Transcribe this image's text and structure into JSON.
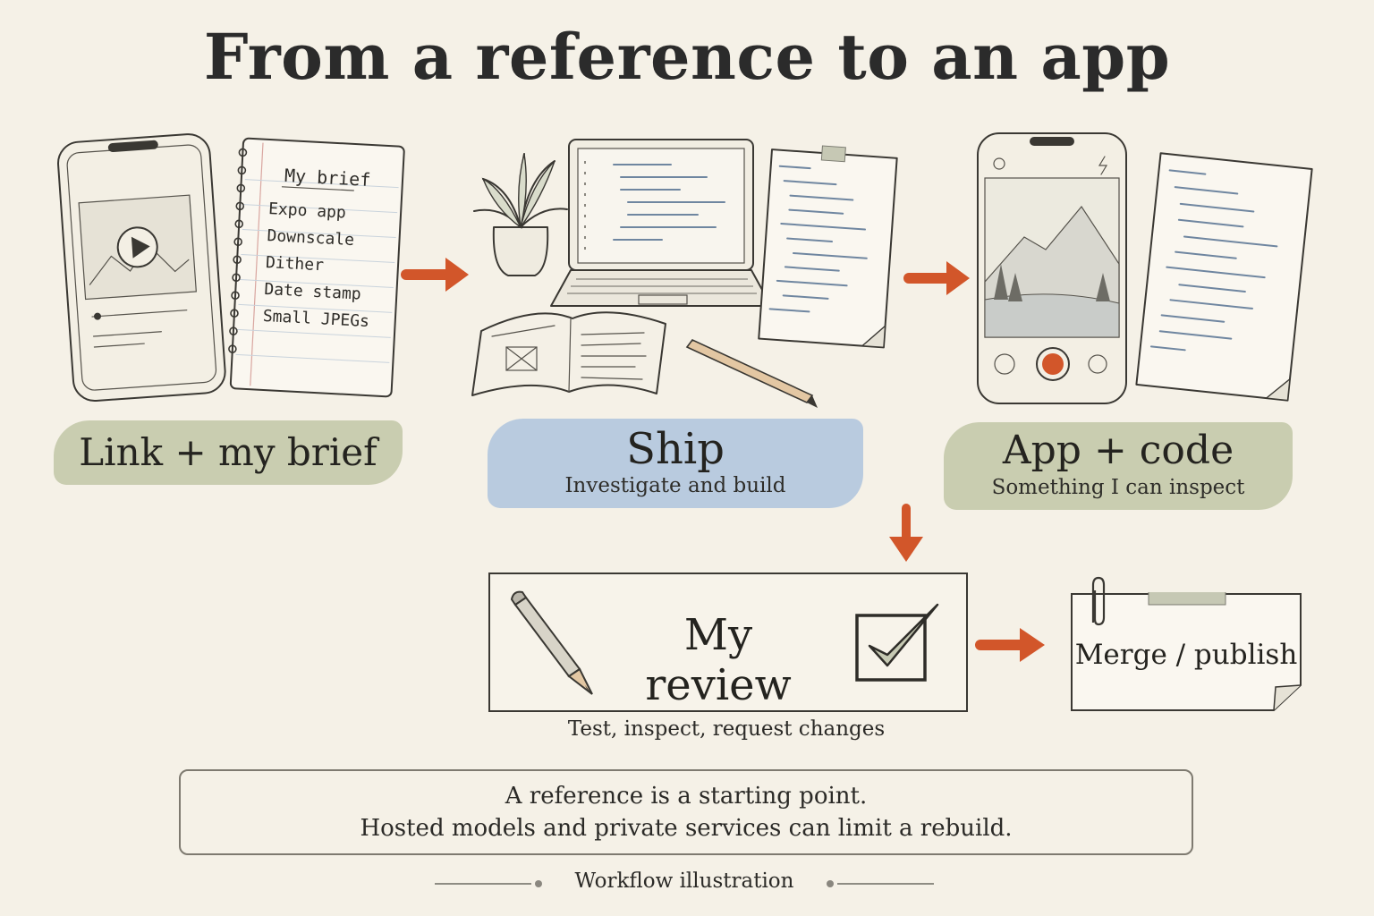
{
  "title": "From a reference to an app",
  "brief_note": {
    "heading": "My brief",
    "items": [
      "Expo app",
      "Downscale",
      "Dither",
      "Date stamp",
      "Small JPEGs"
    ]
  },
  "stages": [
    {
      "label": "Link + my brief",
      "sublabel": "",
      "color": "#c9cdb0"
    },
    {
      "label": "Ship",
      "sublabel": "Investigate and build",
      "color": "#b9cbdf"
    },
    {
      "label": "App + code",
      "sublabel": "Something I can inspect",
      "color": "#c9cdb0"
    }
  ],
  "review": {
    "label": "My review",
    "caption": "Test, inspect, request changes"
  },
  "publish": {
    "label": "Merge / publish"
  },
  "note": {
    "line1": "A reference is a starting point.",
    "line2": "Hosted models and private services can limit a rebuild."
  },
  "footer": "Workflow illustration",
  "colors": {
    "arrow": "#d2562a",
    "ink": "#3a3833",
    "paper": "#f5f1e7"
  },
  "icons": [
    "phone-icon",
    "play-icon",
    "notebook-icon",
    "plant-icon",
    "laptop-icon",
    "book-icon",
    "pencil-icon",
    "code-sheet-icon",
    "camera-phone-icon",
    "mountain-photo-icon",
    "checkbox-icon",
    "paperclip-icon"
  ]
}
